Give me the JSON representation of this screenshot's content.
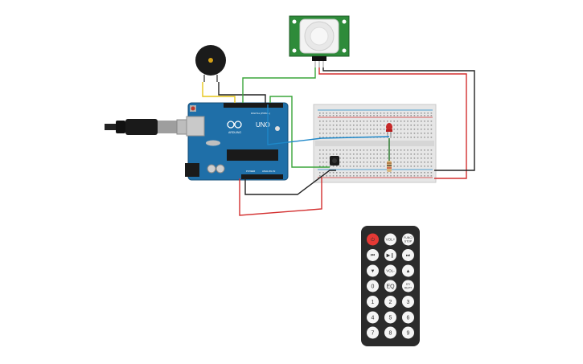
{
  "arduino": {
    "logo_text": "UNO",
    "brand_text": "ARDUINO",
    "digital_label": "DIGITAL (PWM ~)",
    "power_label": "POWER",
    "analog_label": "ANALOG IN"
  },
  "remote": {
    "buttons": [
      {
        "id": "power",
        "label": "",
        "icon": "power-icon",
        "color": "#e53935"
      },
      {
        "id": "vol-plus",
        "label": "VOL+"
      },
      {
        "id": "func-stop",
        "label": "FUNC/\nSTOP"
      },
      {
        "id": "prev",
        "label": "",
        "icon": "rewind-icon"
      },
      {
        "id": "play-pause",
        "label": "",
        "icon": "play-pause-icon"
      },
      {
        "id": "next",
        "label": "",
        "icon": "fast-forward-icon"
      },
      {
        "id": "down",
        "label": "",
        "icon": "down-arrow-icon"
      },
      {
        "id": "vol-minus",
        "label": "VOL-"
      },
      {
        "id": "up",
        "label": "",
        "icon": "up-arrow-icon"
      },
      {
        "id": "0",
        "label": "0"
      },
      {
        "id": "eq",
        "label": "EQ"
      },
      {
        "id": "st-rept",
        "label": "ST/\nREPT"
      },
      {
        "id": "1",
        "label": "1"
      },
      {
        "id": "2",
        "label": "2"
      },
      {
        "id": "3",
        "label": "3"
      },
      {
        "id": "4",
        "label": "4"
      },
      {
        "id": "5",
        "label": "5"
      },
      {
        "id": "6",
        "label": "6"
      },
      {
        "id": "7",
        "label": "7"
      },
      {
        "id": "8",
        "label": "8"
      },
      {
        "id": "9",
        "label": "9"
      }
    ]
  },
  "colors": {
    "arduino": "#1f6fa8",
    "pir_board": "#2e8b3a",
    "wire_red": "#d32f2f",
    "wire_black": "#222222",
    "wire_green": "#3aa63a",
    "wire_yellow": "#e6c619",
    "wire_blue": "#1e88c9",
    "led": "#c62828",
    "remote_body": "#2b2b2b"
  }
}
